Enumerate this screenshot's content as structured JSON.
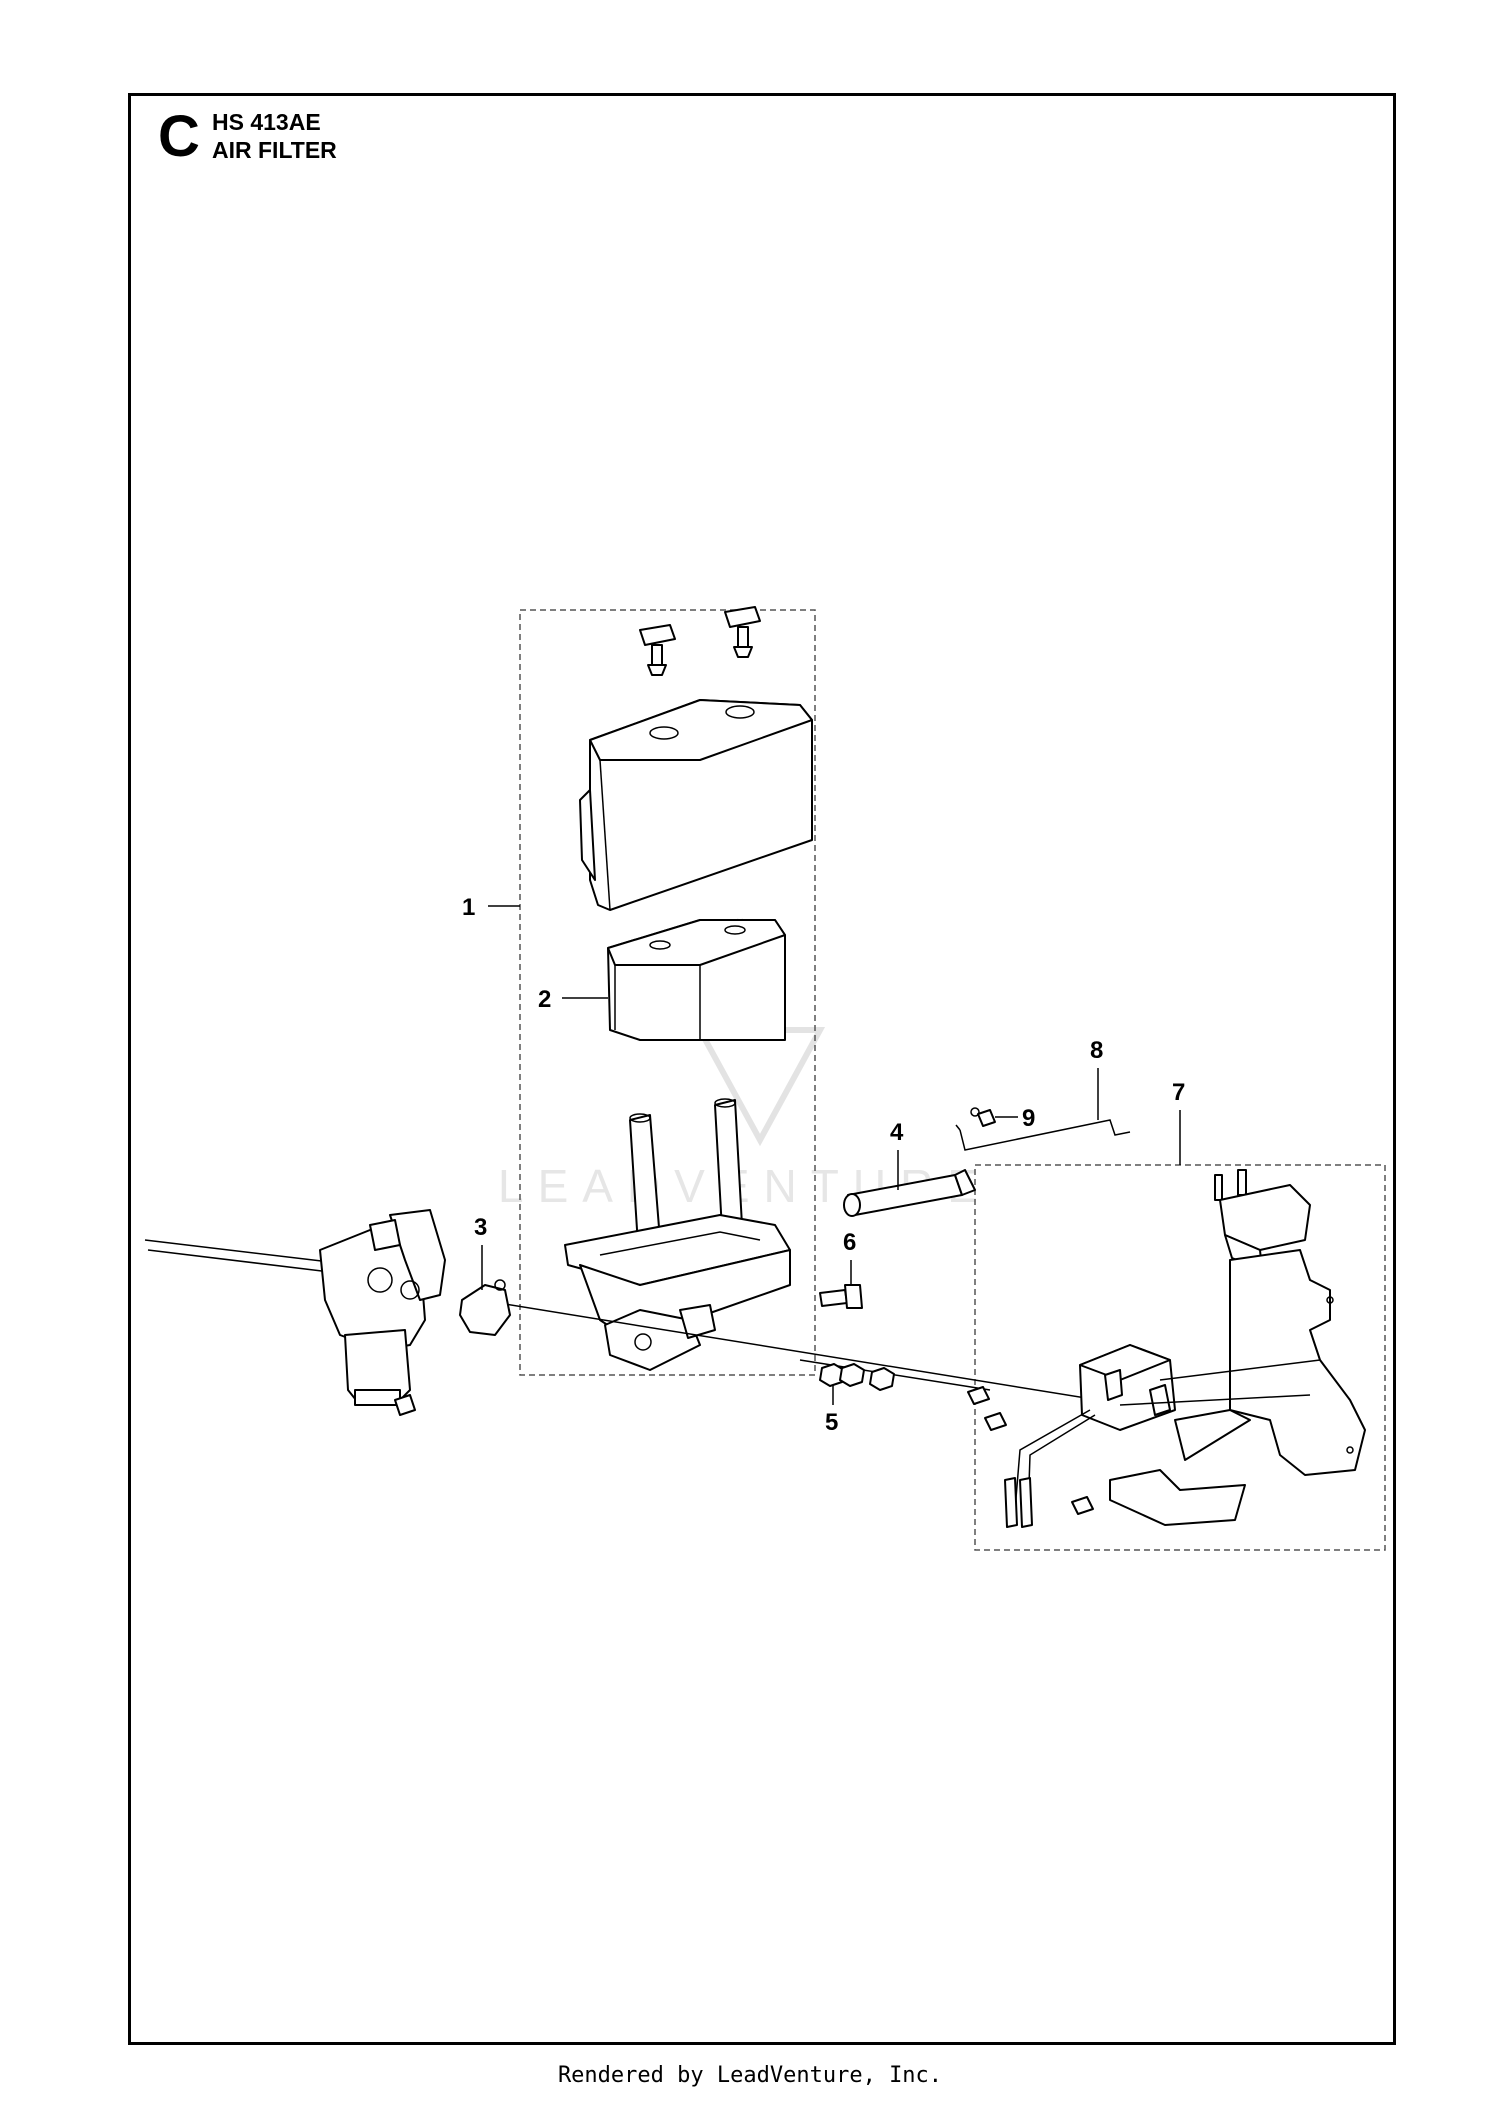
{
  "header": {
    "section_letter": "C",
    "model": "HS 413AE",
    "title": "AIR FILTER"
  },
  "callouts": [
    {
      "number": "1",
      "part": "air-filter-assembly"
    },
    {
      "number": "2",
      "part": "filter-element"
    },
    {
      "number": "3",
      "part": "gasket"
    },
    {
      "number": "4",
      "part": "hose"
    },
    {
      "number": "5",
      "part": "nut"
    },
    {
      "number": "6",
      "part": "bolt"
    },
    {
      "number": "7",
      "part": "ignition-bracket-assembly"
    },
    {
      "number": "8",
      "part": "rod"
    },
    {
      "number": "9",
      "part": "clip"
    }
  ],
  "watermark": "LEADVENTURE",
  "footer": "Rendered by LeadVenture, Inc."
}
